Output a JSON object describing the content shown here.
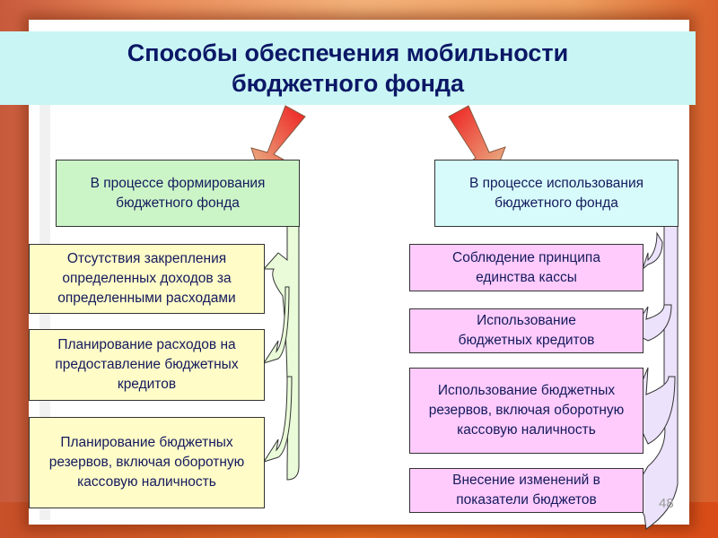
{
  "title": {
    "line1": "Способы обеспечения мобильности",
    "line2": "бюджетного фонда"
  },
  "left": {
    "header": "В процессе формирования бюджетного фонда",
    "items": [
      "Отсутствия закрепления определенных доходов за определенными расходами",
      "Планирование расходов на предоставление бюджетных кредитов",
      "Планирование бюджетных резервов, включая оборотную кассовую наличность"
    ]
  },
  "right": {
    "header": "В процессе использования бюджетного фонда",
    "items": [
      "Соблюдение принципа единства кассы",
      "Использование бюджетных кредитов",
      "Использование бюджетных резервов, включая оборотную кассовую наличность",
      "Внесение изменений в показатели бюджетов"
    ]
  },
  "page_number": "48",
  "colors": {
    "title_bg": "#c9f6f4",
    "text": "#141a5c",
    "arrow": "#e8302a"
  }
}
